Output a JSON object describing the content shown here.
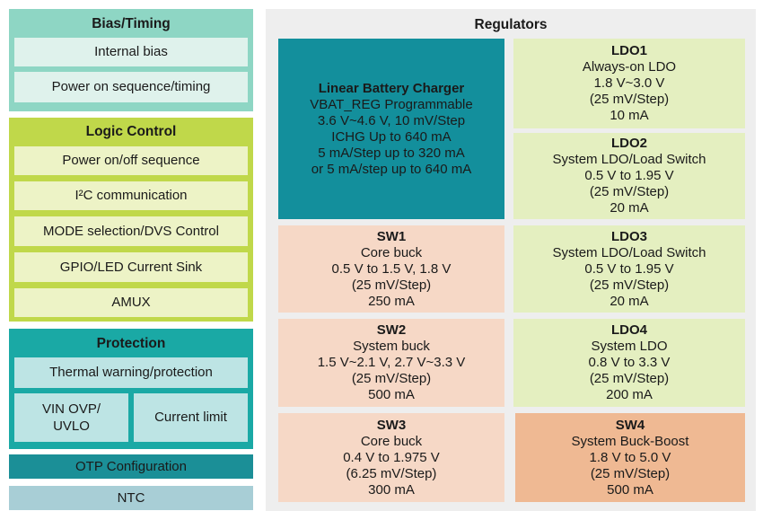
{
  "bias_timing": {
    "title": "Bias/Timing",
    "items": [
      "Internal bias",
      "Power on sequence/timing"
    ]
  },
  "logic_control": {
    "title": "Logic Control",
    "items": [
      "Power on/off sequence",
      "I²C communication",
      "MODE selection/DVS Control",
      "GPIO/LED Current Sink",
      "AMUX"
    ]
  },
  "protection": {
    "title": "Protection",
    "thermal": "Thermal warning/protection",
    "vin_ovp": [
      "VIN OVP/",
      "UVLO"
    ],
    "current_limit": "Current limit"
  },
  "otp": "OTP Configuration",
  "ntc": "NTC",
  "regulators": {
    "title": "Regulators",
    "charger": {
      "title": "Linear Battery Charger",
      "lines": [
        "VBAT_REG Programmable",
        "3.6 V~4.6 V, 10 mV/Step",
        "ICHG Up to 640 mA",
        "5 mA/Step up to 320 mA",
        "or 5 mA/step up to 640 mA"
      ]
    },
    "ldo1": {
      "title": "LDO1",
      "lines": [
        "Always-on LDO",
        "1.8 V~3.0 V",
        "(25 mV/Step)",
        "10 mA"
      ]
    },
    "ldo2": {
      "title": "LDO2",
      "lines": [
        "System LDO/Load Switch",
        "0.5 V to 1.95 V",
        "(25 mV/Step)",
        "20 mA"
      ]
    },
    "ldo3": {
      "title": "LDO3",
      "lines": [
        "System LDO/Load Switch",
        "0.5 V to 1.95 V",
        "(25 mV/Step)",
        "20 mA"
      ]
    },
    "ldo4": {
      "title": "LDO4",
      "lines": [
        "System LDO",
        "0.8 V to 3.3 V",
        "(25 mV/Step)",
        "200 mA"
      ]
    },
    "sw1": {
      "title": "SW1",
      "lines": [
        "Core buck",
        "0.5 V to 1.5 V, 1.8 V",
        "(25 mV/Step)",
        "250 mA"
      ]
    },
    "sw2": {
      "title": "SW2",
      "lines": [
        "System buck",
        "1.5 V~2.1 V, 2.7 V~3.3 V",
        "(25 mV/Step)",
        "500 mA"
      ]
    },
    "sw3": {
      "title": "SW3",
      "lines": [
        "Core buck",
        "0.4 V to 1.975 V",
        "(6.25 mV/Step)",
        "300 mA"
      ]
    },
    "sw4": {
      "title": "SW4",
      "lines": [
        "System Buck-Boost",
        "1.8 V to 5.0 V",
        "(25 mV/Step)",
        "500 mA"
      ]
    }
  }
}
